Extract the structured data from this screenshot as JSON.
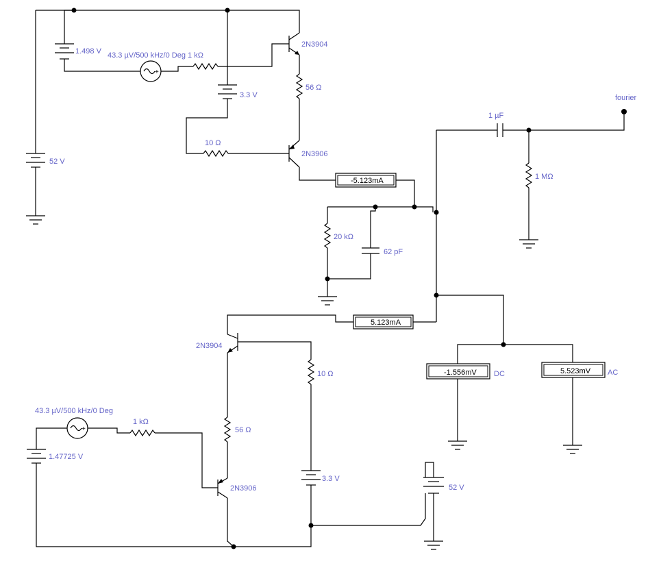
{
  "labels": {
    "bat_top_bias": "1.498 V",
    "src_top": "43.3 µV/500 kHz/0 Deg 1 kΩ",
    "bat_top_52": "52 V",
    "q1": "2N3904",
    "r56_top": "56 Ω",
    "bat_top_33": "3.3 V",
    "r10_top": "10 Ω",
    "q2": "2N3906",
    "cap_1u": "1 µF",
    "fourier": "fourier",
    "r_1m": "1 MΩ",
    "r_20k": "20 kΩ",
    "cap_62p": "62 pF",
    "q3": "2N3904",
    "r10_bot": "10 Ω",
    "src_bot": "43.3 µV/500 kHz/0 Deg",
    "r1k_bot": "1 kΩ",
    "r56_bot": "56 Ω",
    "bat_bot_bias": "1.47725 V",
    "q4": "2N3906",
    "bat_bot_33": "3.3 V",
    "bat_bot_52": "52 V",
    "dc_tag": "DC",
    "ac_tag": "AC"
  },
  "meters": {
    "amm_top": "-5.123mA",
    "amm_bot": "5.123mA",
    "volt_dc": "-1.556mV",
    "volt_ac": "5.523mV"
  }
}
